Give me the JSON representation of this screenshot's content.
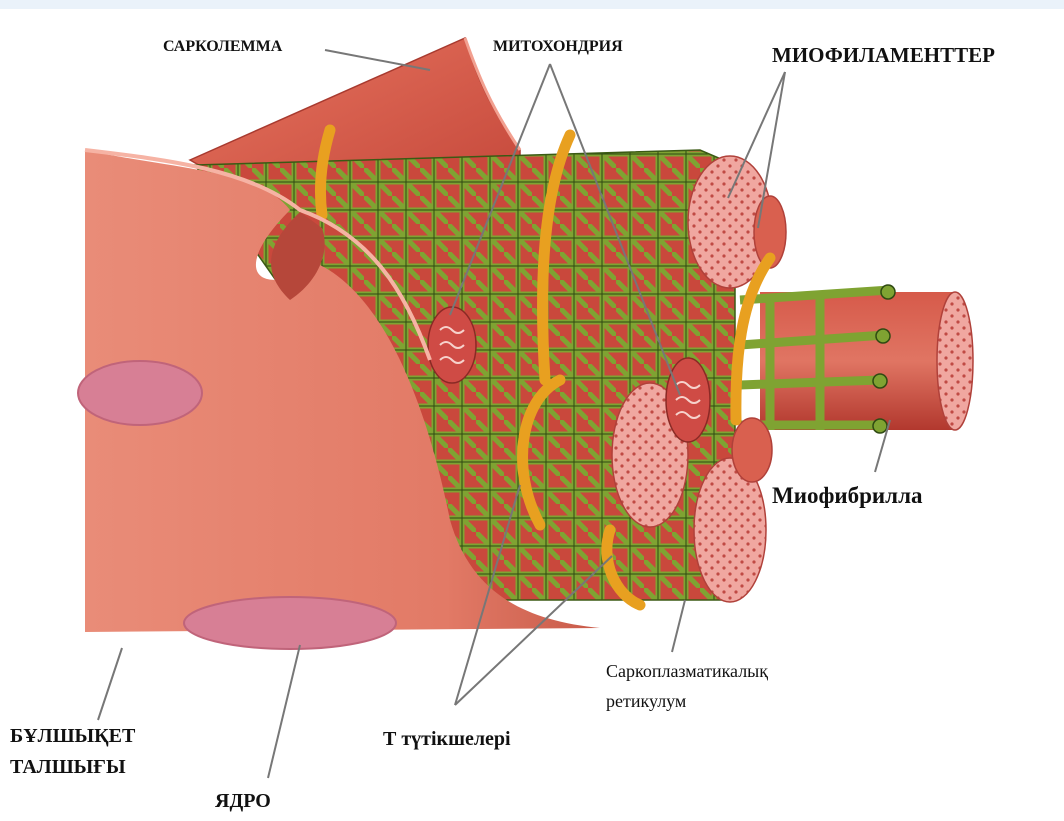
{
  "labels": {
    "sarcolemma": "САРКОЛЕММА",
    "mitochondria": "МИТОХОНДРИЯ",
    "myofilaments": "МИОФИЛАМЕНТТЕР",
    "myofibril": "Миофибрилла",
    "sarcoplasmic_line1": "Саркоплазматикалық",
    "sarcoplasmic_line2": "ретикулум",
    "t_tubules": "Т түтікшелері",
    "fiber_line1": "БҰЛШЫҚЕТ",
    "fiber_line2": "ТАЛШЫҒЫ",
    "nucleus": "ЯДРО"
  },
  "colors": {
    "sarcolemma": "#d9604f",
    "fiber_body": "#e58572",
    "reticulum": "#7fa332",
    "t_tubule": "#e8a020",
    "myofibril": "#c9483c",
    "nucleus": "#d77f95"
  }
}
